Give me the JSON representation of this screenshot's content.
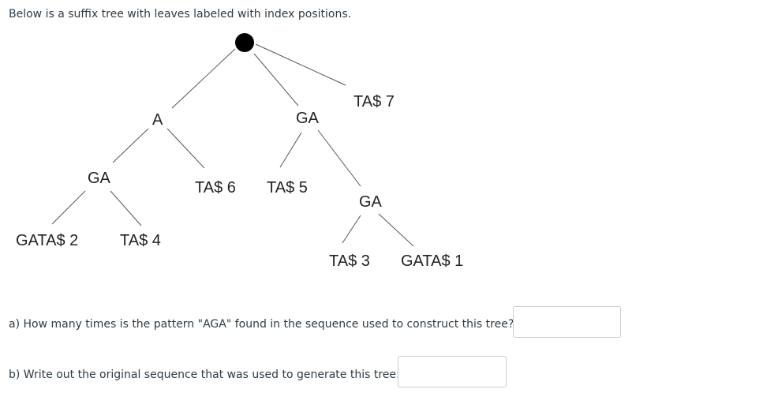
{
  "intro": "Below is a suffix tree with leaves labeled with index positions.",
  "tree": {
    "labels": {
      "edge_a": "A",
      "edge_ga_root": "GA",
      "leaf_7": "TA$ 7",
      "edge_ga_left": "GA",
      "leaf_6": "TA$ 6",
      "leaf_5": "TA$ 5",
      "edge_ga_right": "GA",
      "leaf_2": "GATA$ 2",
      "leaf_4": "TA$ 4",
      "leaf_3": "TA$ 3",
      "leaf_1": "GATA$ 1"
    },
    "node_color": "#000000",
    "line_color": "#555555"
  },
  "questions": {
    "a": "a) How many times is the pattern \"AGA\" found in the sequence used to construct this tree?",
    "b": "b) Write out the original sequence that was used to generate this tree:"
  }
}
